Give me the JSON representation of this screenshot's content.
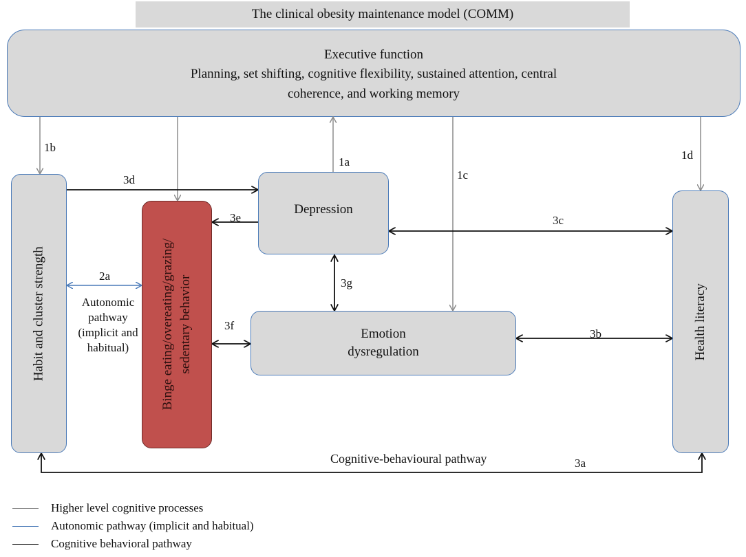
{
  "title": "The clinical obesity maintenance model (COMM)",
  "executive": {
    "heading": "Executive function",
    "line1": "Planning, set shifting, cognitive flexibility, sustained attention, central",
    "line2": "coherence, and working memory"
  },
  "nodes": {
    "habit": "Habit and cluster strength",
    "binge_line1": "Binge eating/overeating/grazing/",
    "binge_line2": "sedentary behavior",
    "depression": "Depression",
    "emotion_line1": "Emotion",
    "emotion_line2": "dysregulation",
    "health": "Health literacy"
  },
  "edge_labels": {
    "e1a": "1a",
    "e1b": "1b",
    "e1c": "1c",
    "e1d": "1d",
    "e2a": "2a",
    "e3a": "3a",
    "e3b": "3b",
    "e3c": "3c",
    "e3d": "3d",
    "e3e": "3e",
    "e3f": "3f",
    "e3g": "3g"
  },
  "annotations": {
    "autonomic_1": "Autonomic",
    "autonomic_2": "pathway",
    "autonomic_3": "(implicit and",
    "autonomic_4": "habitual)",
    "cognitive_pathway": "Cognitive-behavioural pathway"
  },
  "legend": [
    {
      "label": "Higher level cognitive processes",
      "color": "#8c8c8c"
    },
    {
      "label": "Autonomic pathway (implicit and habitual)",
      "color": "#4a7ab8"
    },
    {
      "label": "Cognitive behavioral pathway",
      "color": "#111111"
    }
  ],
  "colors": {
    "higher_level": "#8c8c8c",
    "autonomic": "#4a7ab8",
    "cognitive": "#111111",
    "box_fill": "#d9d9d9",
    "binge_fill": "#c0504d"
  }
}
